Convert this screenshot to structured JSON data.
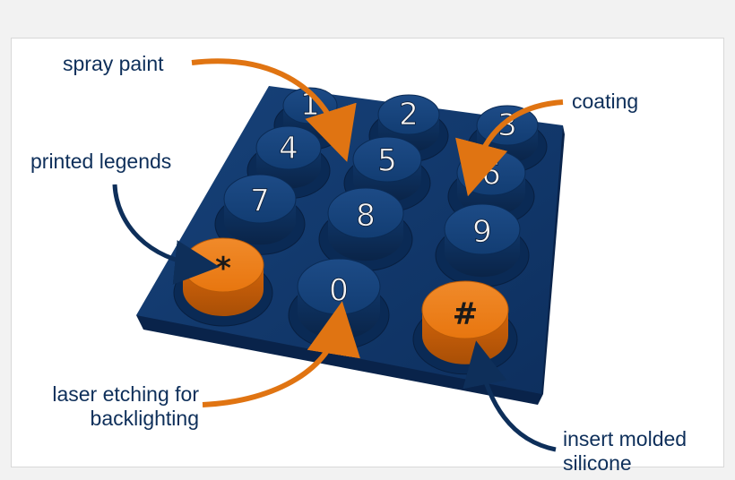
{
  "labels": {
    "spray_paint": "spray paint",
    "coating": "coating",
    "printed_legends": "printed legends",
    "laser_etching_line1": "laser etching for",
    "laser_etching_line2": "backlighting",
    "insert_molded_line1": "insert molded",
    "insert_molded_line2": "silicone"
  },
  "keys": {
    "k1": "1",
    "k2": "2",
    "k3": "3",
    "k4": "4",
    "k5": "5",
    "k6": "6",
    "k7": "7",
    "k8": "8",
    "k9": "9",
    "star": "*",
    "k0": "0",
    "hash": "#"
  },
  "colors": {
    "pad": "#0e3366",
    "key_blue": "#123d73",
    "key_orange": "#e8760f",
    "arrow": "#e07412",
    "arrow_dark": "#0e2f5a",
    "label_text": "#0e2f5a"
  }
}
